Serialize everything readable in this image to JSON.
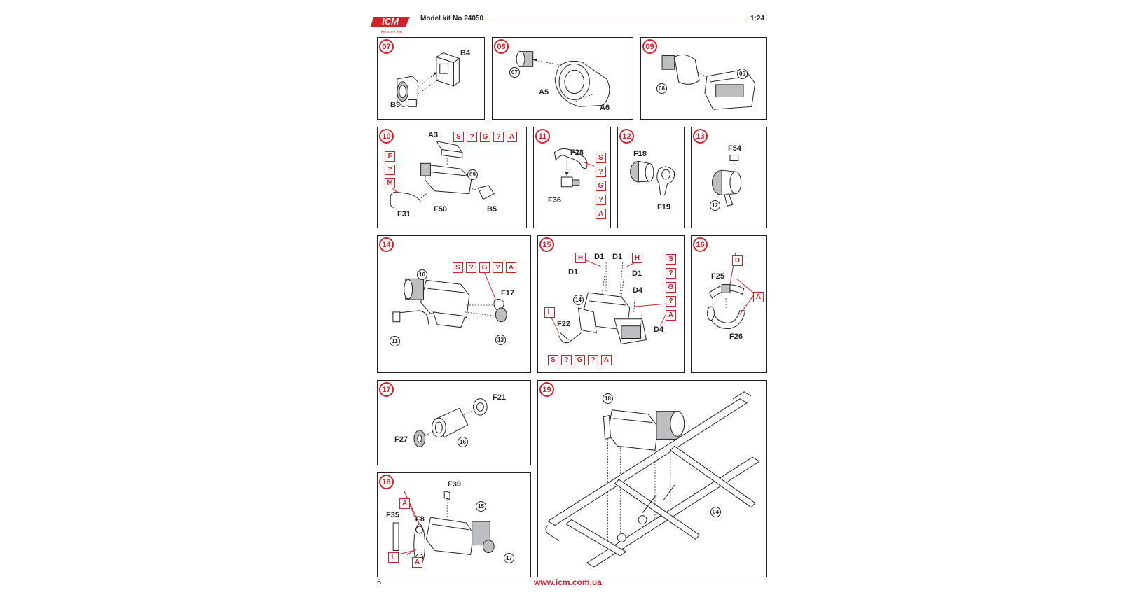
{
  "header": {
    "logo_text": "ICM",
    "logo_tagline": "Key to the Past",
    "model_kit": "Model kit No 24050",
    "scale": "1:24"
  },
  "steps": {
    "s07": {
      "number": "07",
      "labels": {
        "b4": "B4",
        "b3": "B3"
      }
    },
    "s08": {
      "number": "08",
      "labels": {
        "a5": "A5",
        "a6": "A6"
      },
      "refs": {
        "r07": "07"
      }
    },
    "s09": {
      "number": "09",
      "refs": {
        "r06": "06",
        "r08": "08"
      }
    },
    "s10": {
      "number": "10",
      "labels": {
        "a3": "A3",
        "f50": "F50",
        "f31": "F31",
        "b5": "B5"
      },
      "refs": {
        "r09": "09"
      },
      "paint_top": [
        "S",
        "?",
        "G",
        "?",
        "A"
      ],
      "paint_left": [
        "F",
        "?",
        "M"
      ]
    },
    "s11": {
      "number": "11",
      "labels": {
        "f28": "F28",
        "f36": "F36"
      },
      "paint": [
        "S",
        "?",
        "G",
        "?",
        "A"
      ]
    },
    "s12": {
      "number": "12",
      "labels": {
        "f18": "F18",
        "f19": "F19"
      }
    },
    "s13": {
      "number": "13",
      "labels": {
        "f54": "F54"
      },
      "refs": {
        "r12": "12"
      }
    },
    "s14": {
      "number": "14",
      "labels": {
        "f17": "F17"
      },
      "refs": {
        "r10": "10",
        "r11": "11",
        "r13": "13"
      },
      "paint": [
        "S",
        "?",
        "G",
        "?",
        "A"
      ]
    },
    "s15": {
      "number": "15",
      "labels": {
        "d1a": "D1",
        "d1b": "D1",
        "d1c": "D1",
        "d1d": "D1",
        "d4a": "D4",
        "d4b": "D4",
        "f22": "F22"
      },
      "refs": {
        "r14": "14"
      },
      "tags": {
        "h1": "H",
        "h2": "H",
        "l": "L"
      },
      "paint_right": [
        "S",
        "?",
        "G",
        "?",
        "A"
      ],
      "paint_bottom": [
        "S",
        "?",
        "G",
        "?",
        "A"
      ]
    },
    "s16": {
      "number": "16",
      "labels": {
        "f25": "F25",
        "f26": "F26"
      },
      "tags": {
        "d": "D",
        "a": "A"
      }
    },
    "s17": {
      "number": "17",
      "labels": {
        "f21": "F21",
        "f27": "F27"
      },
      "refs": {
        "r16": "16"
      }
    },
    "s18": {
      "number": "18",
      "labels": {
        "f39": "F39",
        "f35": "F35",
        "f8": "F8"
      },
      "refs": {
        "r15": "15",
        "r17": "17"
      },
      "tags": {
        "a1": "A",
        "a2": "A",
        "l": "L"
      }
    },
    "s19": {
      "number": "19",
      "refs": {
        "r18": "18",
        "r04": "04"
      }
    }
  },
  "footer": {
    "page_number": "6",
    "url": "www.icm.com.ua"
  },
  "colors": {
    "accent": "#d2232a",
    "ink": "#231f20"
  }
}
